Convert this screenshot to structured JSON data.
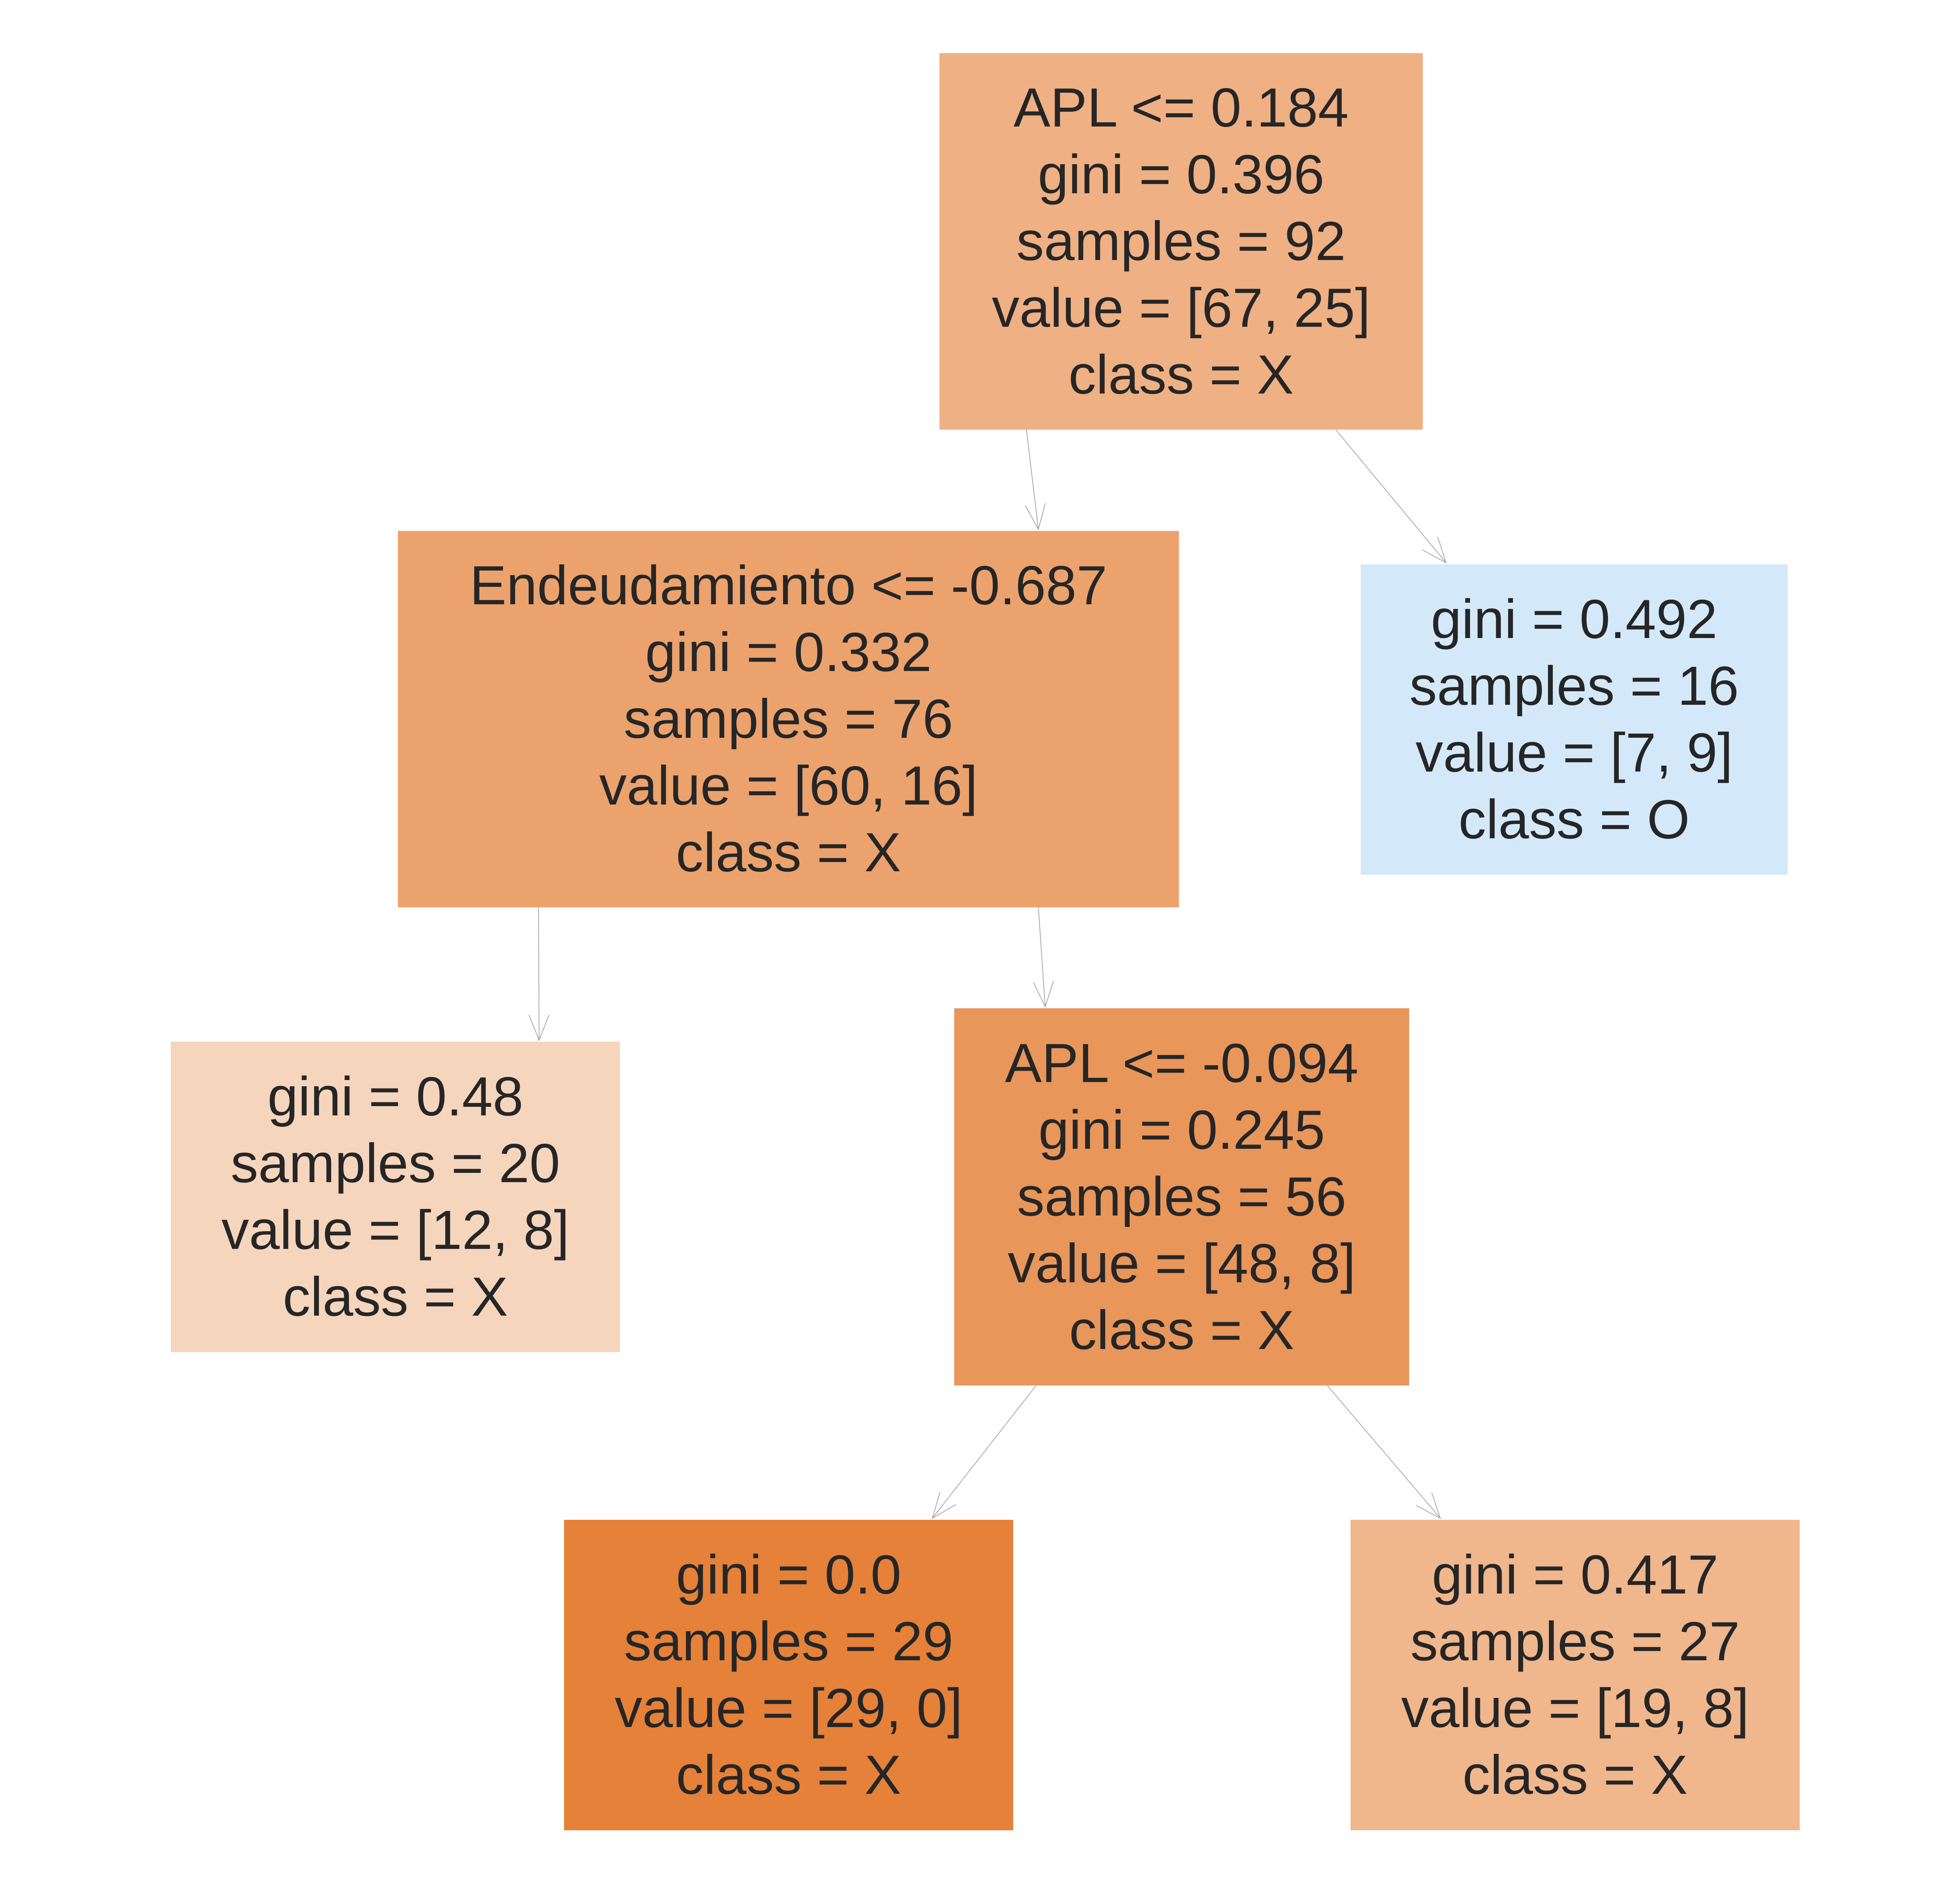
{
  "tree": {
    "nodes": [
      {
        "id": "n0",
        "lines": [
          "APL <= 0.184",
          "gini = 0.396",
          "samples = 92",
          "value = [67, 25]",
          "class = X"
        ],
        "color": "#efb083"
      },
      {
        "id": "n1",
        "lines": [
          "Endeudamiento <= -0.687",
          "gini = 0.332",
          "samples = 76",
          "value = [60, 16]",
          "class = X"
        ],
        "color": "#eca26d"
      },
      {
        "id": "n2",
        "lines": [
          "gini = 0.48",
          "samples = 20",
          "value = [12, 8]",
          "class = X"
        ],
        "color": "#f6d5bd"
      },
      {
        "id": "n3",
        "lines": [
          "APL <= -0.094",
          "gini = 0.245",
          "samples = 56",
          "value = [48, 8]",
          "class = X"
        ],
        "color": "#e9965a"
      },
      {
        "id": "n4",
        "lines": [
          "gini = 0.0",
          "samples = 29",
          "value = [29, 0]",
          "class = X"
        ],
        "color": "#e58139"
      },
      {
        "id": "n5",
        "lines": [
          "gini = 0.417",
          "samples = 27",
          "value = [19, 8]",
          "class = X"
        ],
        "color": "#f0b68c"
      },
      {
        "id": "n6",
        "lines": [
          "gini = 0.492",
          "samples = 16",
          "value = [7, 9]",
          "class = O"
        ],
        "color": "#d3e9f9"
      }
    ],
    "edges": [
      {
        "from": "n0",
        "to": "n1"
      },
      {
        "from": "n0",
        "to": "n6"
      },
      {
        "from": "n1",
        "to": "n2"
      },
      {
        "from": "n1",
        "to": "n3"
      },
      {
        "from": "n3",
        "to": "n4"
      },
      {
        "from": "n3",
        "to": "n5"
      }
    ],
    "edge_color": "#a6a6a6"
  }
}
